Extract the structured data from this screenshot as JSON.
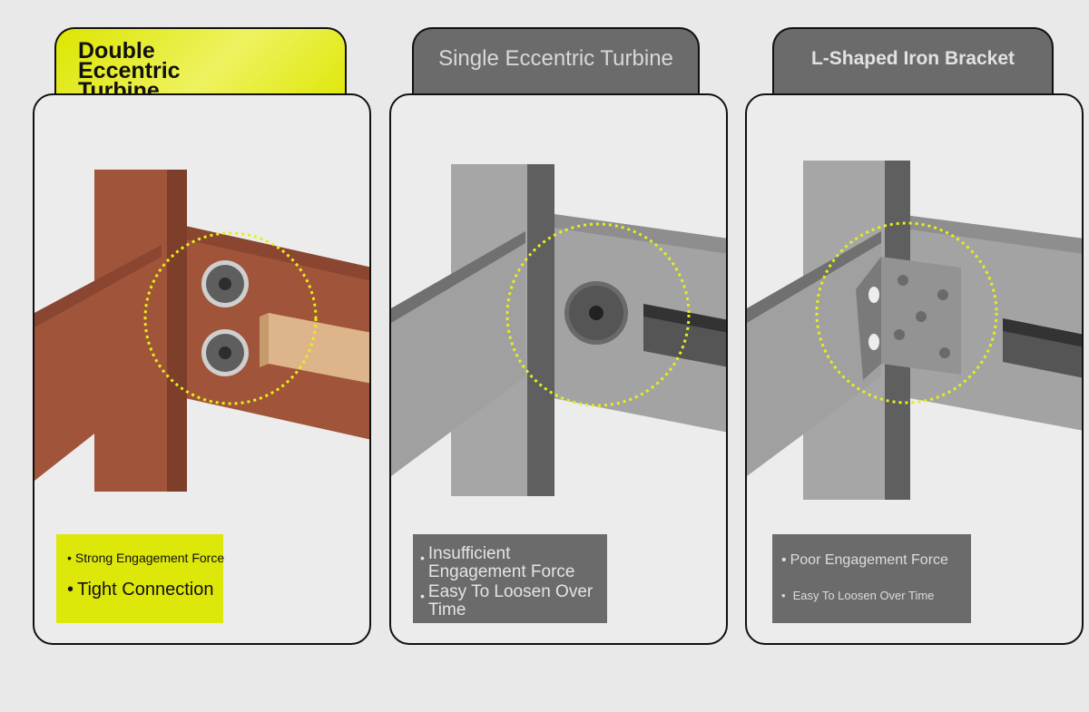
{
  "panels": [
    {
      "title": "Double Eccentric Turbine",
      "state": "highlighted",
      "features": [
        "Strong Engagement Force",
        "Tight Connection"
      ]
    },
    {
      "title": "Single Eccentric Turbine",
      "state": "muted",
      "features": [
        "Insufficient Engagement Force",
        "Easy To Loosen Over Time"
      ]
    },
    {
      "title": "L-Shaped Iron Bracket",
      "state": "muted",
      "features": [
        "Poor Engagement Force",
        "Easy To Loosen Over Time"
      ]
    }
  ],
  "colors": {
    "accent": "#dce600",
    "muted_tab": "#6b6b6b",
    "highlight_circle": "#e6ee1a",
    "wood": "#a0543a",
    "wood_dark": "#7d3f2a",
    "steel_light": "#a6a6a6",
    "steel_dark": "#5f5f5f"
  },
  "icons": [
    "bullet-dot"
  ]
}
